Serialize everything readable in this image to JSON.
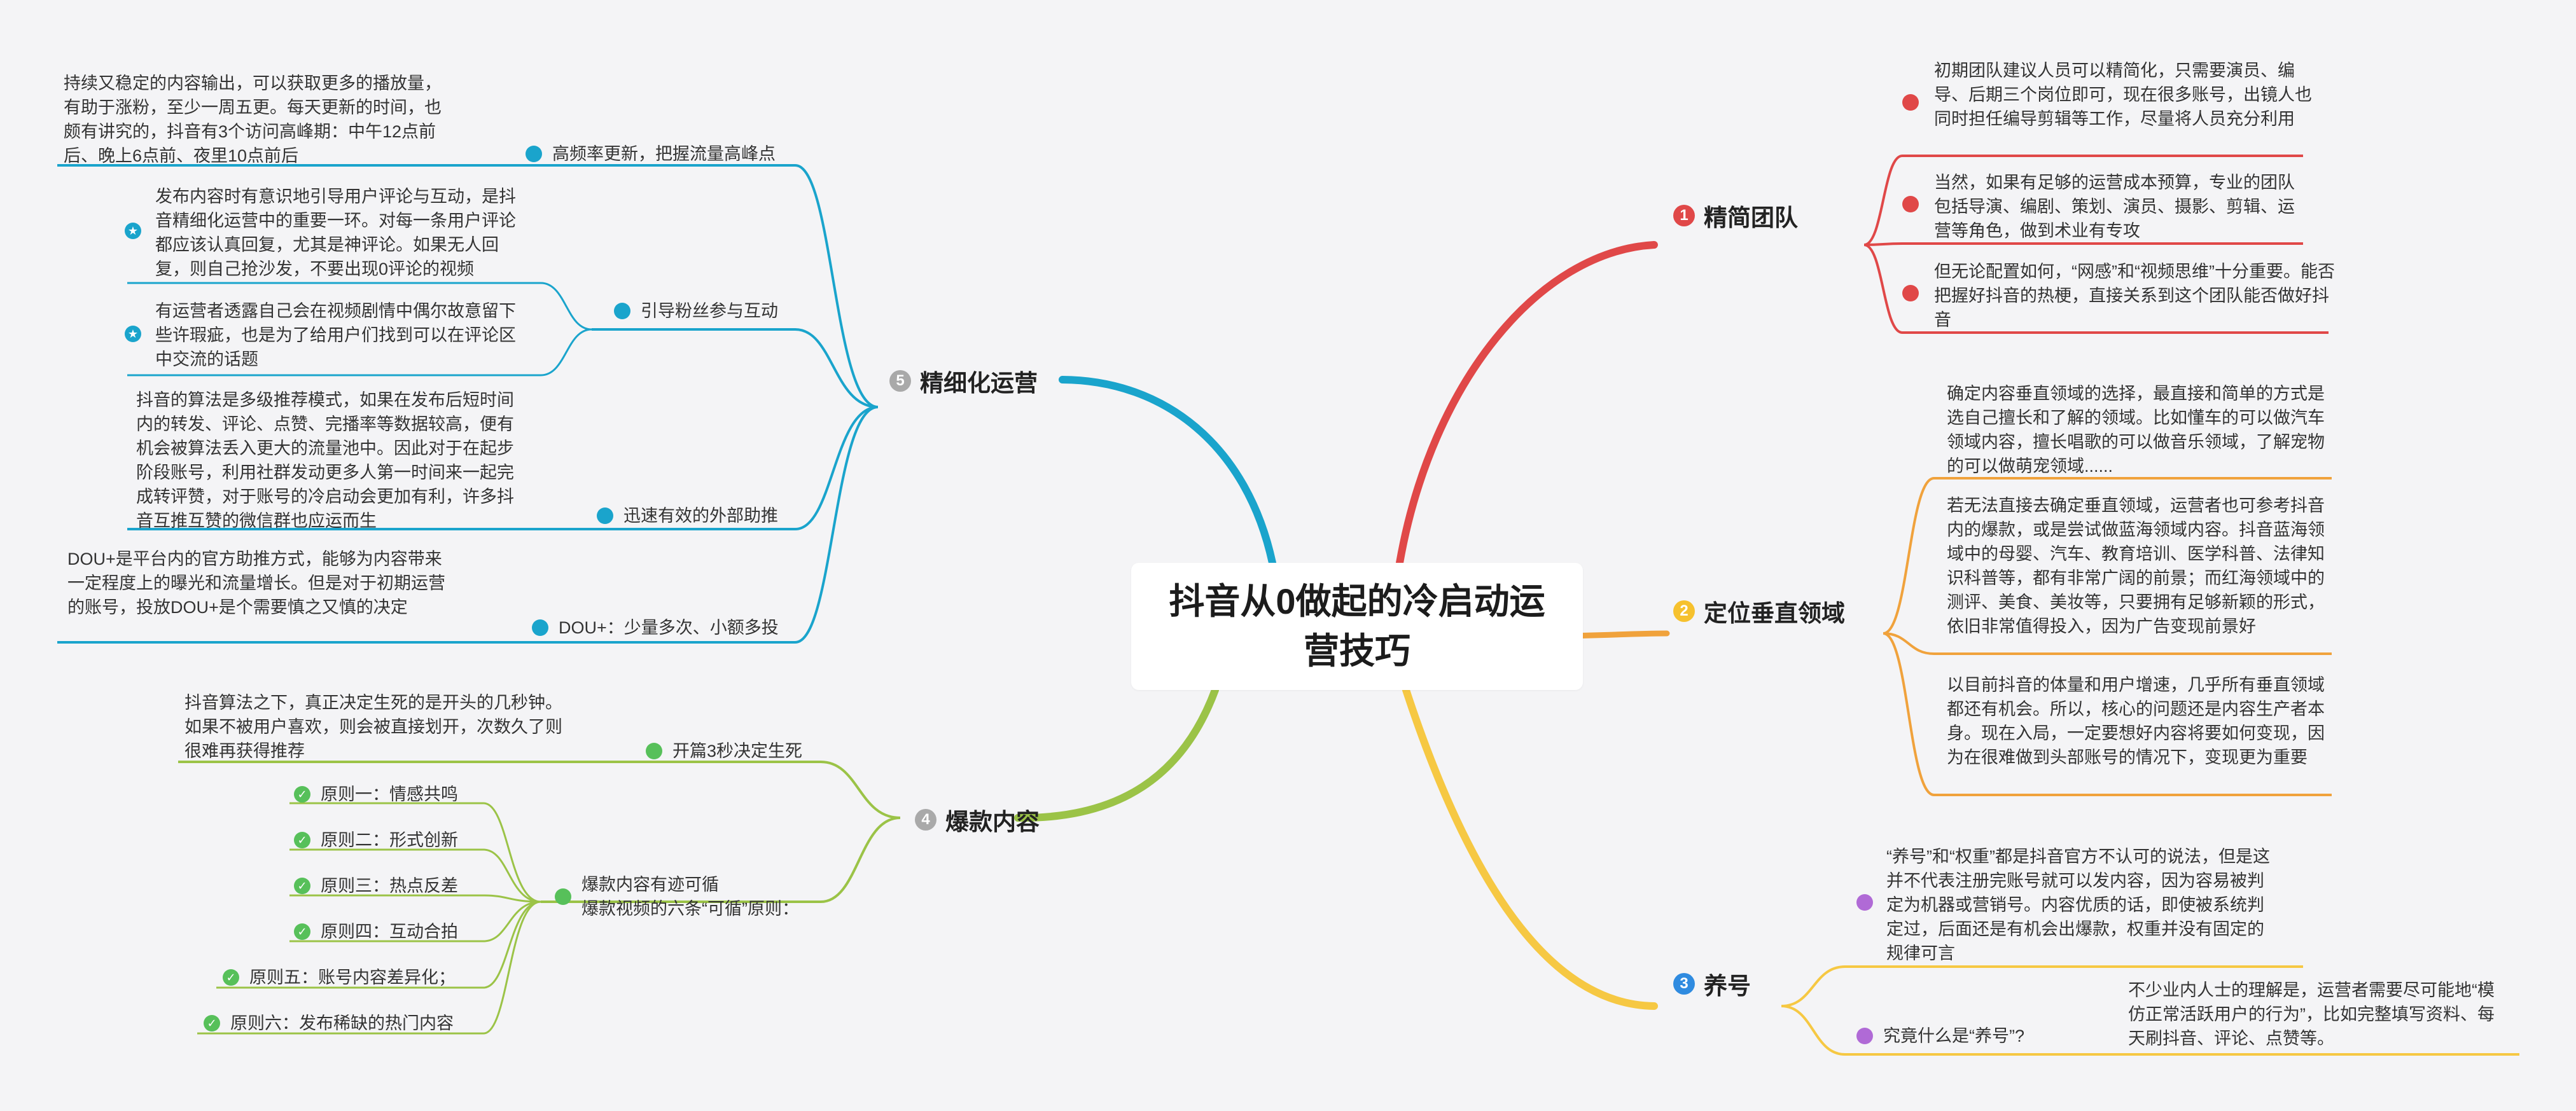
{
  "center": {
    "title": "抖音从0做起的冷启动运营技巧"
  },
  "colors": {
    "red": "#e04848",
    "orange": "#f0a23c",
    "yellow": "#f6c843",
    "green": "#9bc347",
    "blue": "#1aa4cc",
    "purple": "#b06ad6",
    "checkGreen": "#57c05a",
    "dotGreen": "#57c05a"
  },
  "branches": {
    "b1": {
      "num": "1",
      "label": "精简团队"
    },
    "b2": {
      "num": "2",
      "label": "定位垂直领域"
    },
    "b3": {
      "num": "3",
      "label": "养号"
    },
    "b4": {
      "num": "4",
      "label": "爆款内容"
    },
    "b5": {
      "num": "5",
      "label": "精细化运营"
    }
  },
  "team": {
    "n1": "初期团队建议人员可以精简化，只需要演员、编导、后期三个岗位即可，现在很多账号，出镜人也同时担任编导剪辑等工作，尽量将人员充分利用",
    "n2": "当然，如果有足够的运营成本预算，专业的团队包括导演、编剧、策划、演员、摄影、剪辑、运营等角色，做到术业有专攻",
    "n3": "但无论配置如何，“网感”和“视频思维”十分重要。能否把握好抖音的热梗，直接关系到这个团队能否做好抖音"
  },
  "vertical": {
    "n1": "确定内容垂直领域的选择，最直接和简单的方式是选自己擅长和了解的领域。比如懂车的可以做汽车领域内容，擅长唱歌的可以做音乐领域，了解宠物的可以做萌宠领域......",
    "n2": "若无法直接去确定垂直领域，运营者也可参考抖音内的爆款，或是尝试做蓝海领域内容。抖音蓝海领域中的母婴、汽车、教育培训、医学科普、法律知识科普等，都有非常广阔的前景；而红海领域中的测评、美食、美妆等，只要拥有足够新颖的形式，依旧非常值得投入，因为广告变现前景好",
    "n3": "以目前抖音的体量和用户增速，几乎所有垂直领域都还有机会。所以，核心的问题还是内容生产者本身。现在入局，一定要想好内容将要如何变现，因为在很难做到头部账号的情况下，变现更为重要"
  },
  "yang": {
    "n1": "“养号”和“权重”都是抖音官方不认可的说法，但是这并不代表注册完账号就可以发内容，因为容易被判定为机器或营销号。内容优质的话，即使被系统判定过，后面还是有机会出爆款，权重并没有固定的规律可言",
    "q": "究竟什么是“养号”?",
    "n2": "不少业内人士的理解是，运营者需要尽可能地“模仿正常活跃用户的行为”，比如完整填写资料、每天刷抖音、评论、点赞等。"
  },
  "hit": {
    "open": "开篇3秒决定生死",
    "open_note": "抖音算法之下，真正决定生死的是开头的几秒钟。如果不被用户喜欢，则会被直接划开，次数久了则很难再获得推荐",
    "rules_l1": "爆款内容有迹可循",
    "rules_l2": "爆款视频的六条“可循”原则：",
    "r1": "原则一：情感共鸣",
    "r2": "原则二：形式创新",
    "r3": "原则三：热点反差",
    "r4": "原则四：互动合拍",
    "r5": "原则五：账号内容差异化；",
    "r6": "原则六：发布稀缺的热门内容"
  },
  "ops": {
    "freq": "高频率更新，把握流量高峰点",
    "freq_note": "持续又稳定的内容输出，可以获取更多的播放量，有助于涨粉，至少一周五更。每天更新的时间，也颇有讲究的，抖音有3个访问高峰期：中午12点前后、晚上6点前、夜里10点前后",
    "guide": "引导粉丝参与互动",
    "guide_n1": "发布内容时有意识地引导用户评论与互动，是抖音精细化运营中的重要一环。对每一条用户评论都应该认真回复，尤其是神评论。如果无人回复，则自己抢沙发，不要出现0评论的视频",
    "guide_n2": "有运营者透露自己会在视频剧情中偶尔故意留下些许瑕疵，也是为了给用户们找到可以在评论区中交流的话题",
    "ext": "迅速有效的外部助推",
    "ext_note": "抖音的算法是多级推荐模式，如果在发布后短时间内的转发、评论、点赞、完播率等数据较高，便有机会被算法丢入更大的流量池中。因此对于在起步阶段账号，利用社群发动更多人第一时间来一起完成转评赞，对于账号的冷启动会更加有利，许多抖音互推互赞的微信群也应运而生",
    "dou": "DOU+：少量多次、小额多投",
    "dou_note": "DOU+是平台内的官方助推方式，能够为内容带来一定程度上的曝光和流量增长。但是对于初期运营的账号，投放DOU+是个需要慎之又慎的决定"
  }
}
